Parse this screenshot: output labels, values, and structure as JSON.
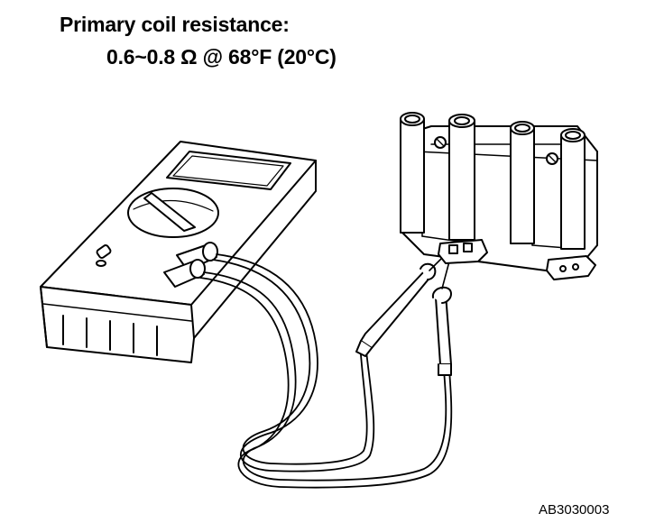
{
  "heading": {
    "line1": "Primary coil resistance:",
    "line2": "0.6~0.8 Ω @ 68°F (20°C)"
  },
  "figure_code": "AB3030003",
  "icons": {
    "meter": "multimeter-icon",
    "coil": "ignition-coil-pack-icon"
  },
  "colors": {
    "line": "#000000",
    "background": "#ffffff"
  }
}
